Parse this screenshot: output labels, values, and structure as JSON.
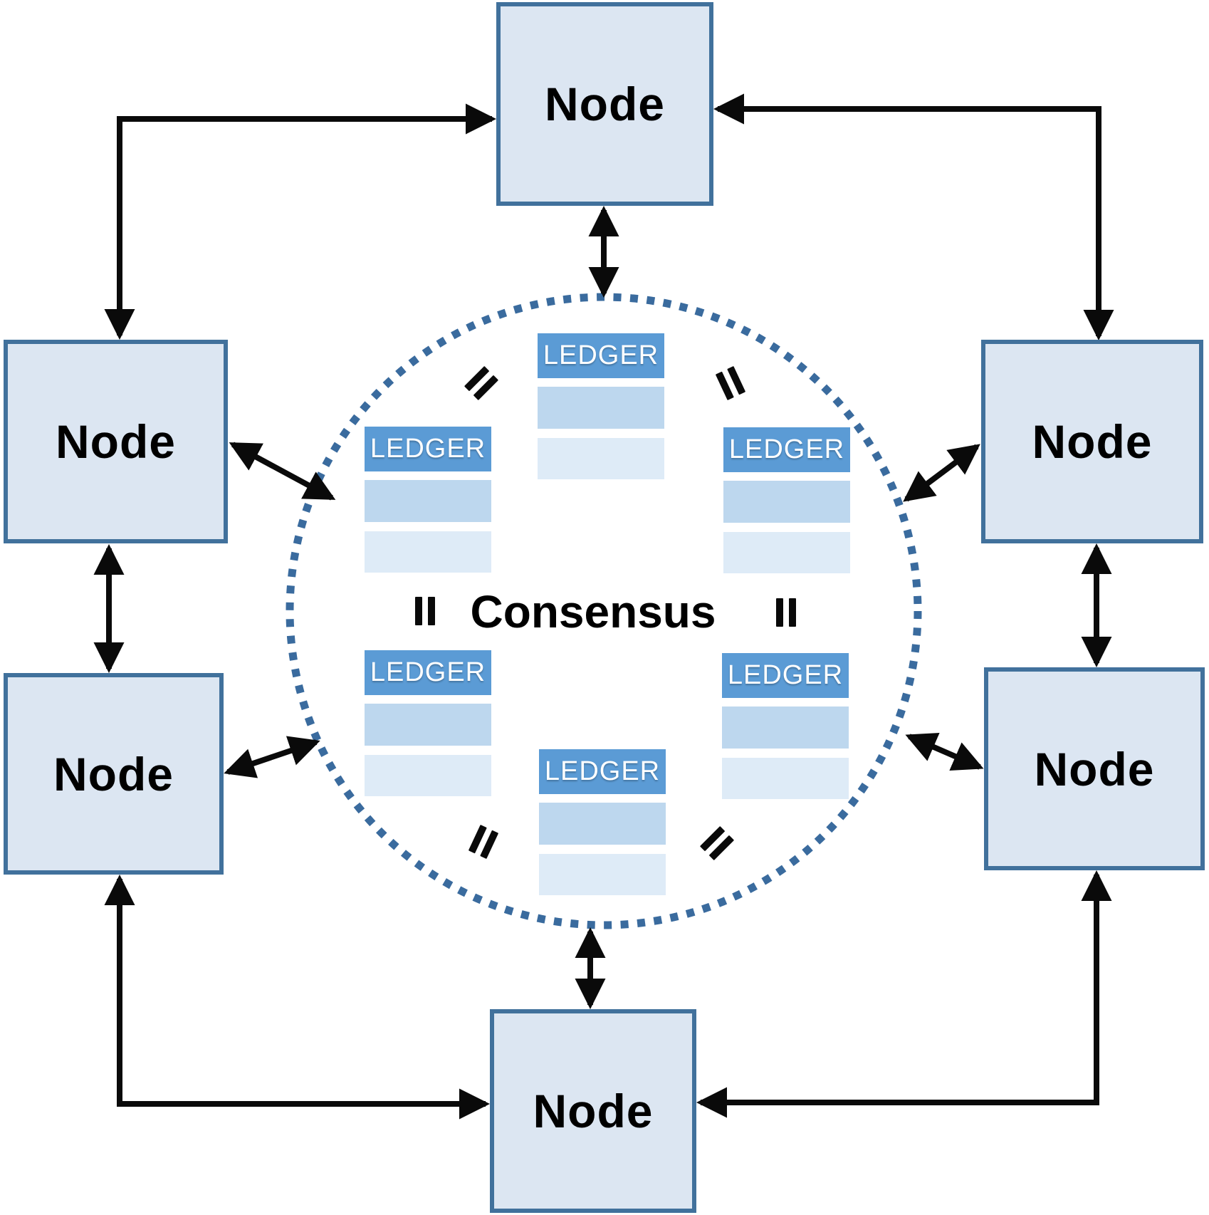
{
  "diagram": {
    "center_label": "Consensus",
    "equals_symbol": "=",
    "description_labels": {
      "node": "Node",
      "ledger": "LEDGER"
    }
  },
  "nodes": [
    {
      "id": "node-top",
      "label": "Node"
    },
    {
      "id": "node-left-upper",
      "label": "Node"
    },
    {
      "id": "node-right-upper",
      "label": "Node"
    },
    {
      "id": "node-left-lower",
      "label": "Node"
    },
    {
      "id": "node-right-lower",
      "label": "Node"
    },
    {
      "id": "node-bottom",
      "label": "Node"
    }
  ],
  "ledgers": [
    {
      "id": "ledger-top-center",
      "label": "LEDGER"
    },
    {
      "id": "ledger-upper-left",
      "label": "LEDGER"
    },
    {
      "id": "ledger-upper-right",
      "label": "LEDGER"
    },
    {
      "id": "ledger-lower-left",
      "label": "LEDGER"
    },
    {
      "id": "ledger-lower-right",
      "label": "LEDGER"
    },
    {
      "id": "ledger-bottom-center",
      "label": "LEDGER"
    }
  ],
  "colors": {
    "node_fill": "#dce6f2",
    "node_border": "#41719c",
    "ledger_header": "#5b9bd5",
    "ledger_row_medium": "#bdd7ee",
    "ledger_row_light": "#deebf7",
    "circle_dots": "#3a6b9e",
    "arrow": "#0a0a0a",
    "ledger_text": "#ffffff",
    "label_text": "#000000"
  }
}
